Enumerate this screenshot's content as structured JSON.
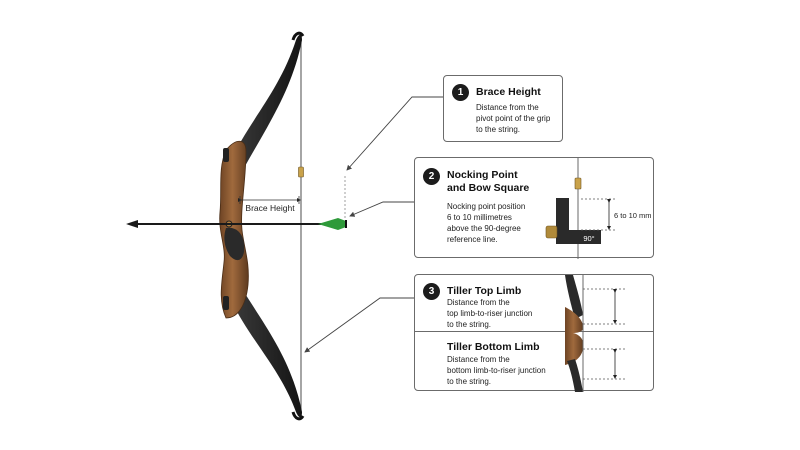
{
  "diagram": {
    "main_label": "Brace Height",
    "callouts": [
      {
        "number": "1",
        "title": "Brace Height",
        "description": "Distance from the\npivot point of the grip\nto the string."
      },
      {
        "number": "2",
        "title": "Nocking Point\nand Bow Square",
        "description": "Nocking point position\n6 to 10 millimetres\nabove the 90-degree\nreference line.",
        "measure_label": "6 to 10 mm",
        "angle_label": "90°"
      },
      {
        "number": "3",
        "title": "Tiller Top Limb",
        "description": "Distance from the\ntop limb-to-riser junction\nto the string.",
        "sub_title": "Tiller Bottom Limb",
        "sub_description": "Distance from the\nbottom limb-to-riser junction\nto the string."
      }
    ]
  },
  "colors": {
    "limb": "#2b2b2b",
    "riser_wood": "#8a5a33",
    "fletching": "#2e9a3a",
    "nock_brass": "#c9a24a",
    "line": "#555555"
  }
}
